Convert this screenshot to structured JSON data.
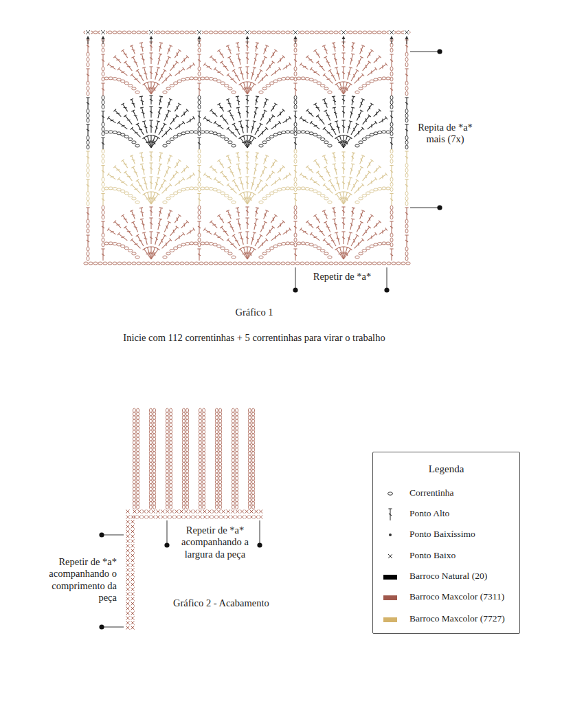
{
  "diagram": {
    "nodes": [
      {
        "text": [
          "Legenda"
        ]
      }
    ],
    "labels": [
      "Repita de *a* mais (7x)",
      "Repetir de *a*",
      "Gráfico 1",
      "Inicie com 112 correntinhas + 5 correntinhas para virar o trabalho",
      "Repetir de *a* acompanhando a largura da peça",
      "Repetir de *a* acompanhando o comprimento da peça",
      "Gráfico 2 - Acabamento"
    ],
    "legend": [
      {
        "text": "Correntinha"
      },
      {
        "text": "Ponto Alto"
      },
      {
        "text": "Ponto Baixíssimo"
      },
      {
        "text": "Ponto Baixo"
      },
      {
        "text": "Barroco Natural (20)",
        "color": "#000000"
      },
      {
        "text": "Barroco Maxcolor (7311)",
        "color": "#a0584c"
      },
      {
        "text": "Barroco Maxcolor (7727)",
        "color": "#d4b36a"
      }
    ]
  }
}
